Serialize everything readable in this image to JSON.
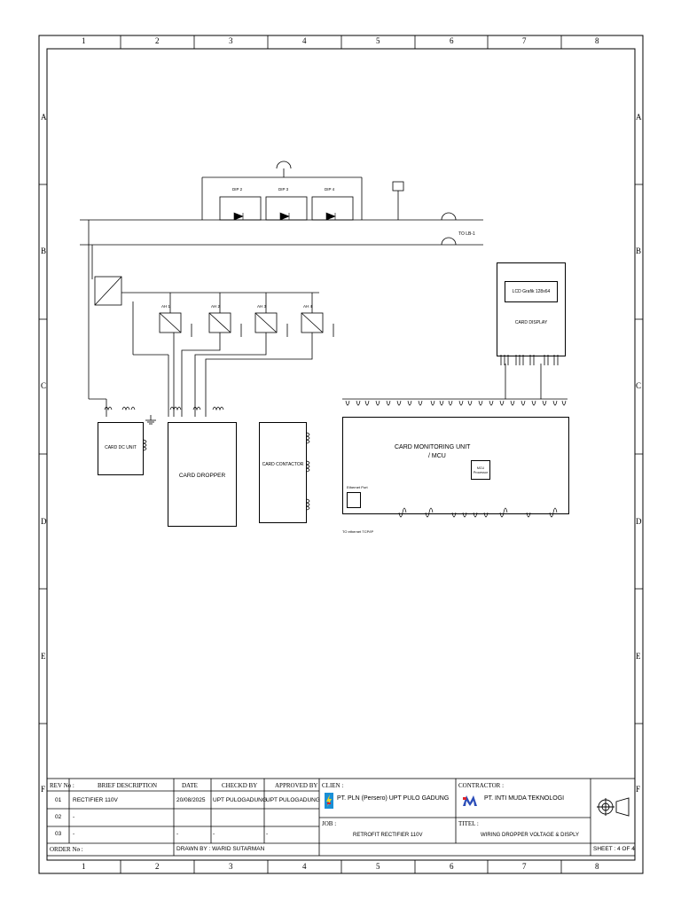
{
  "sheet": {
    "zone_numbers": [
      "1",
      "2",
      "3",
      "4",
      "5",
      "6",
      "7",
      "8"
    ],
    "zone_letters": [
      "A",
      "B",
      "C",
      "D",
      "E",
      "F"
    ]
  },
  "diagram": {
    "labels": {
      "to_lb1": "TO LB-1",
      "lcd": "LCD Grafik 128x64",
      "card_display": "CARD DISPLAY",
      "card_monitoring": "CARD MONITORING UNIT",
      "mcu": "/ MCU",
      "processor": "MCU Processor",
      "ethernet": "Ethernet Port",
      "card_dropper": "CARD DROPPER",
      "card_dc_unit": "CARD DC UNIT",
      "card_contactor": "CARD CONTACTOR",
      "to_ethernet": "TO ethernet TCP/IP"
    },
    "diode_labels": [
      "DIP 2",
      "DIP 3",
      "DIP 4"
    ],
    "relay_labels": [
      "AH 1",
      "AH 2",
      "AH 3",
      "AH 4"
    ]
  },
  "title_block": {
    "headers": {
      "rev_no": "REV No :",
      "brief_description": "BRIEF DESCRIPTION",
      "date": "DATE",
      "checked_by": "CHECKD BY",
      "approved_by": "APPROVED BY",
      "client": "CLIEN :",
      "contractor": "CONTRACTOR :",
      "job": "JOB :",
      "titel": "TITEL :",
      "order_no": "ORDER No :",
      "drawn_by": "DRAWN BY : WARID SUTARMAN",
      "sheet": "SHEET : 4 OF 4"
    },
    "rows": [
      {
        "rev": "01",
        "desc": "RECTIFIER 110V",
        "date": "20/08/2025",
        "checked": "UPT PULOGADUNG",
        "approved": "UPT PULOGADUNG"
      },
      {
        "rev": "02",
        "desc": "-",
        "date": "",
        "checked": "",
        "approved": ""
      },
      {
        "rev": "03",
        "desc": "-",
        "date": "-",
        "checked": "-",
        "approved": "-"
      }
    ],
    "order_value": "-",
    "client_name": "PT. PLN (Persero) UPT PULO GADUNG",
    "contractor_name": "PT. INTI MUDA TEKNOLOGI",
    "job_name": "RETROFIT RECTIFIER 110V",
    "title_name": "WIRING DROPPER VOLTAGE & DISPLY"
  }
}
